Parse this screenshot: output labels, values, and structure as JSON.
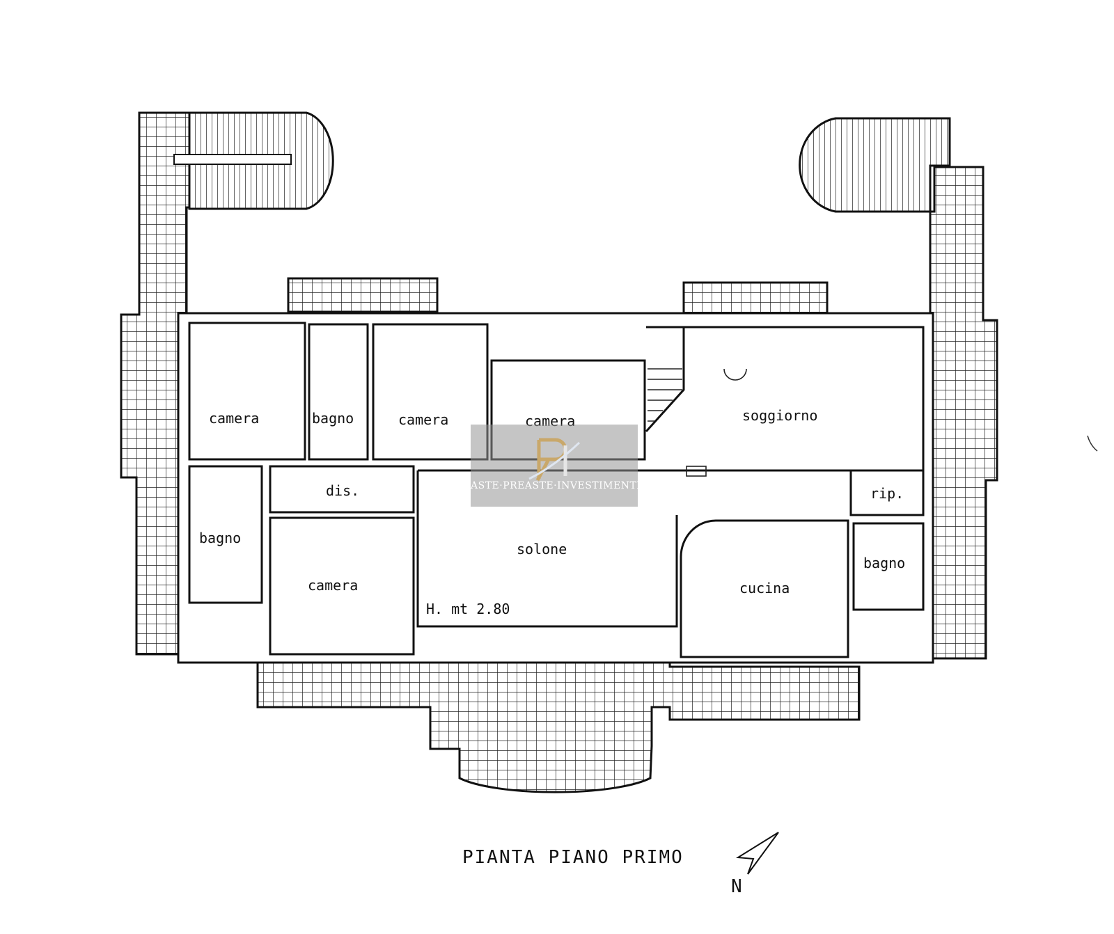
{
  "plan": {
    "title": "PIANTA PIANO PRIMO",
    "height_note": "H. mt 2.80",
    "north_label": "N",
    "wall_color": "#111111",
    "tile_color": "#222222"
  },
  "rooms": [
    {
      "id": "camera-1",
      "label": "camera"
    },
    {
      "id": "bagno-1",
      "label": "bagno"
    },
    {
      "id": "camera-2",
      "label": "camera"
    },
    {
      "id": "camera-3",
      "label": "camera"
    },
    {
      "id": "soggiorno",
      "label": "soggiorno"
    },
    {
      "id": "dis",
      "label": "dis."
    },
    {
      "id": "bagno-2",
      "label": "bagno"
    },
    {
      "id": "solone",
      "label": "solone"
    },
    {
      "id": "camera-4",
      "label": "camera"
    },
    {
      "id": "rip",
      "label": "rip."
    },
    {
      "id": "cucina",
      "label": "cucina"
    },
    {
      "id": "bagno-3",
      "label": "bagno"
    }
  ],
  "watermark": {
    "text": "ASTE·PREASTE·INVESTIMENTI",
    "logo": "RI",
    "logo_color": "#c9a86a",
    "box_color": "#969696"
  }
}
